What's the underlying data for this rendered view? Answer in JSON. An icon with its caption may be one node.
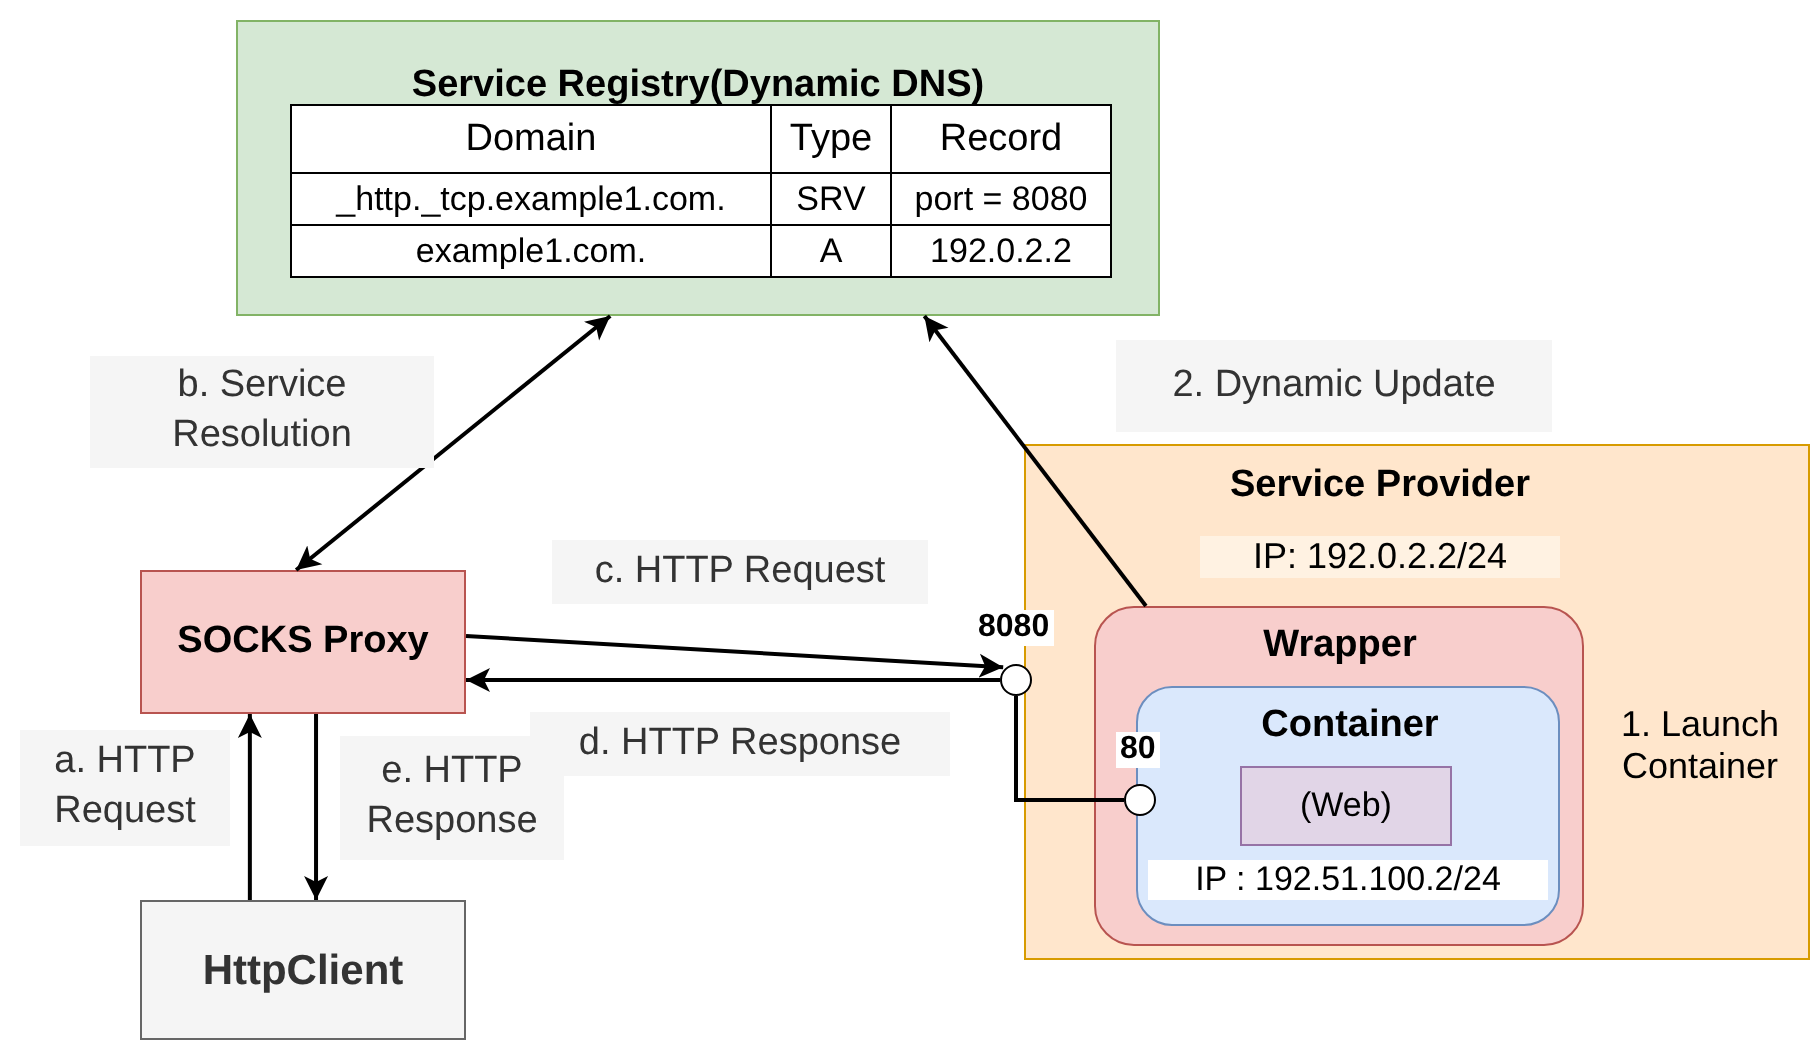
{
  "diagram": {
    "nodes": [
      {
        "text": [
          "Service Registry(Dynamic DNS)"
        ]
      },
      {
        "text": [
          "SOCKS Proxy"
        ]
      },
      {
        "text": [
          "HttpClient"
        ]
      },
      {
        "text": [
          "Service Provider",
          "IP: 192.0.2.2/24",
          "1. Launch Container"
        ]
      },
      {
        "text": [
          "Wrapper"
        ],
        "in": 3
      },
      {
        "text": [
          "Container",
          "IP : 192.51.100.2/24"
        ],
        "in": 4
      },
      {
        "text": [
          "(Web)"
        ],
        "in": 5
      },
      {
        "text": [],
        "shape": "circle",
        "beside": [
          "8080"
        ]
      },
      {
        "text": [],
        "shape": "circle",
        "beside": [
          "80"
        ],
        "in": 4
      }
    ],
    "edges": [
      {
        "from": 0,
        "to": 1,
        "arrow": "both",
        "label": "b. Service Resolution"
      },
      {
        "from": 4,
        "to": 0,
        "arrow": "to",
        "label": "2. Dynamic Update"
      },
      {
        "from": 1,
        "to": 7,
        "arrow": "to",
        "label": "c. HTTP Request"
      },
      {
        "from": 7,
        "to": 1,
        "arrow": "to",
        "label": "d. HTTP Response"
      },
      {
        "from": 7,
        "to": 8,
        "arrow": "none"
      },
      {
        "from": 2,
        "to": 1,
        "arrow": "to",
        "label": "a. HTTP Request"
      },
      {
        "from": 1,
        "to": 2,
        "arrow": "to",
        "label": "e. HTTP Response"
      }
    ],
    "labels": [
      "Domain",
      "Type",
      "Record",
      "_http._tcp.example1.com.",
      "SRV",
      "port = 8080",
      "example1.com.",
      "A",
      "192.0.2.2"
    ]
  }
}
